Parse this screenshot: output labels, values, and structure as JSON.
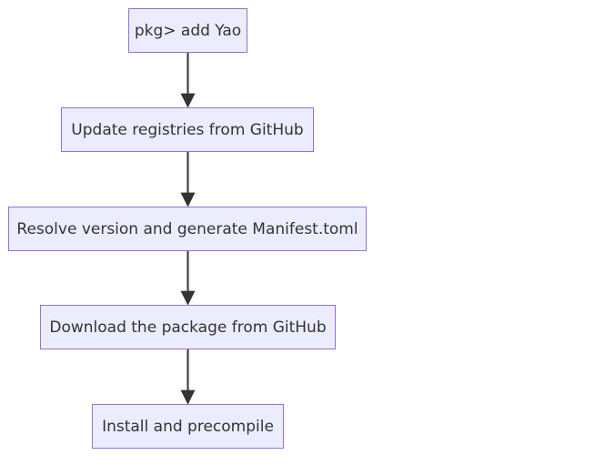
{
  "diagram": {
    "type": "flowchart",
    "direction": "top-down",
    "colors": {
      "node_fill": "#ececff",
      "node_border": "#9370db",
      "text": "#333333",
      "edge": "#333333"
    },
    "nodes": [
      {
        "id": "n1",
        "label": "pkg> add Yao"
      },
      {
        "id": "n2",
        "label": "Update registries from GitHub"
      },
      {
        "id": "n3",
        "label": "Resolve version and generate Manifest.toml"
      },
      {
        "id": "n4",
        "label": "Download the package from GitHub"
      },
      {
        "id": "n5",
        "label": "Install and precompile"
      }
    ],
    "edges": [
      {
        "from": "n1",
        "to": "n2"
      },
      {
        "from": "n2",
        "to": "n3"
      },
      {
        "from": "n3",
        "to": "n4"
      },
      {
        "from": "n4",
        "to": "n5"
      }
    ]
  }
}
